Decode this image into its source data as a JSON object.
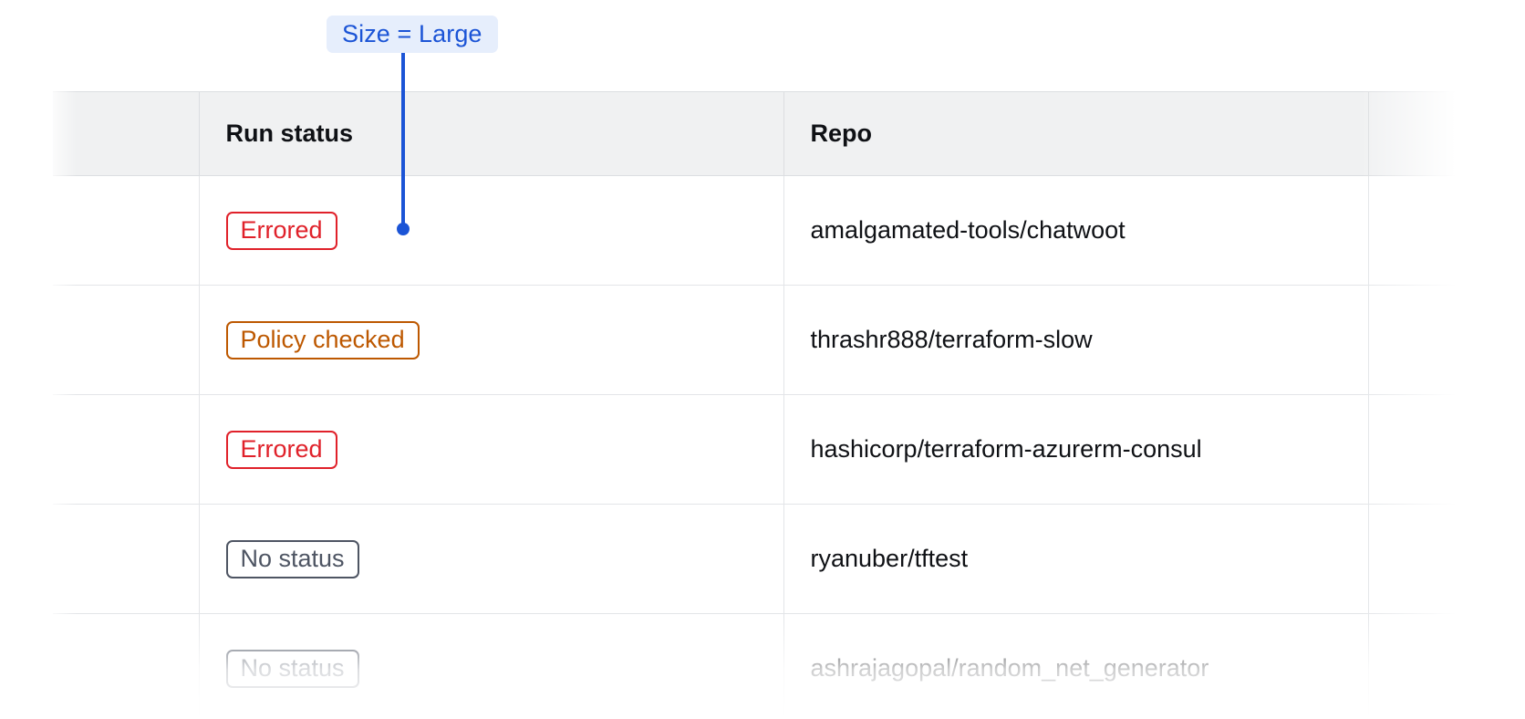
{
  "annotation": {
    "label": "Size = Large",
    "accent_color": "#1b54d6",
    "background_color": "#e6eefc"
  },
  "table": {
    "header_background": "#f0f1f2",
    "border_color": "#dcdee1",
    "columns": [
      {
        "key": "select",
        "label": ""
      },
      {
        "key": "run_status",
        "label": "Run status"
      },
      {
        "key": "repo",
        "label": "Repo"
      },
      {
        "key": "trailing",
        "label": ""
      }
    ],
    "rows": [
      {
        "status_label": "Errored",
        "status_variant": "errored",
        "status_color": "#e0212a",
        "repo": "amalgamated-tools/chatwoot"
      },
      {
        "status_label": "Policy checked",
        "status_variant": "policy",
        "status_color": "#bd5800",
        "repo": "thrashr888/terraform-slow"
      },
      {
        "status_label": "Errored",
        "status_variant": "errored",
        "status_color": "#e0212a",
        "repo": "hashicorp/terraform-azurerm-consul"
      },
      {
        "status_label": "No status",
        "status_variant": "none",
        "status_color": "#4e5563",
        "repo": "ryanuber/tftest"
      },
      {
        "status_label": "No status",
        "status_variant": "none",
        "status_color": "#4e5563",
        "repo": "ashrajagopal/random_net_generator"
      }
    ]
  }
}
